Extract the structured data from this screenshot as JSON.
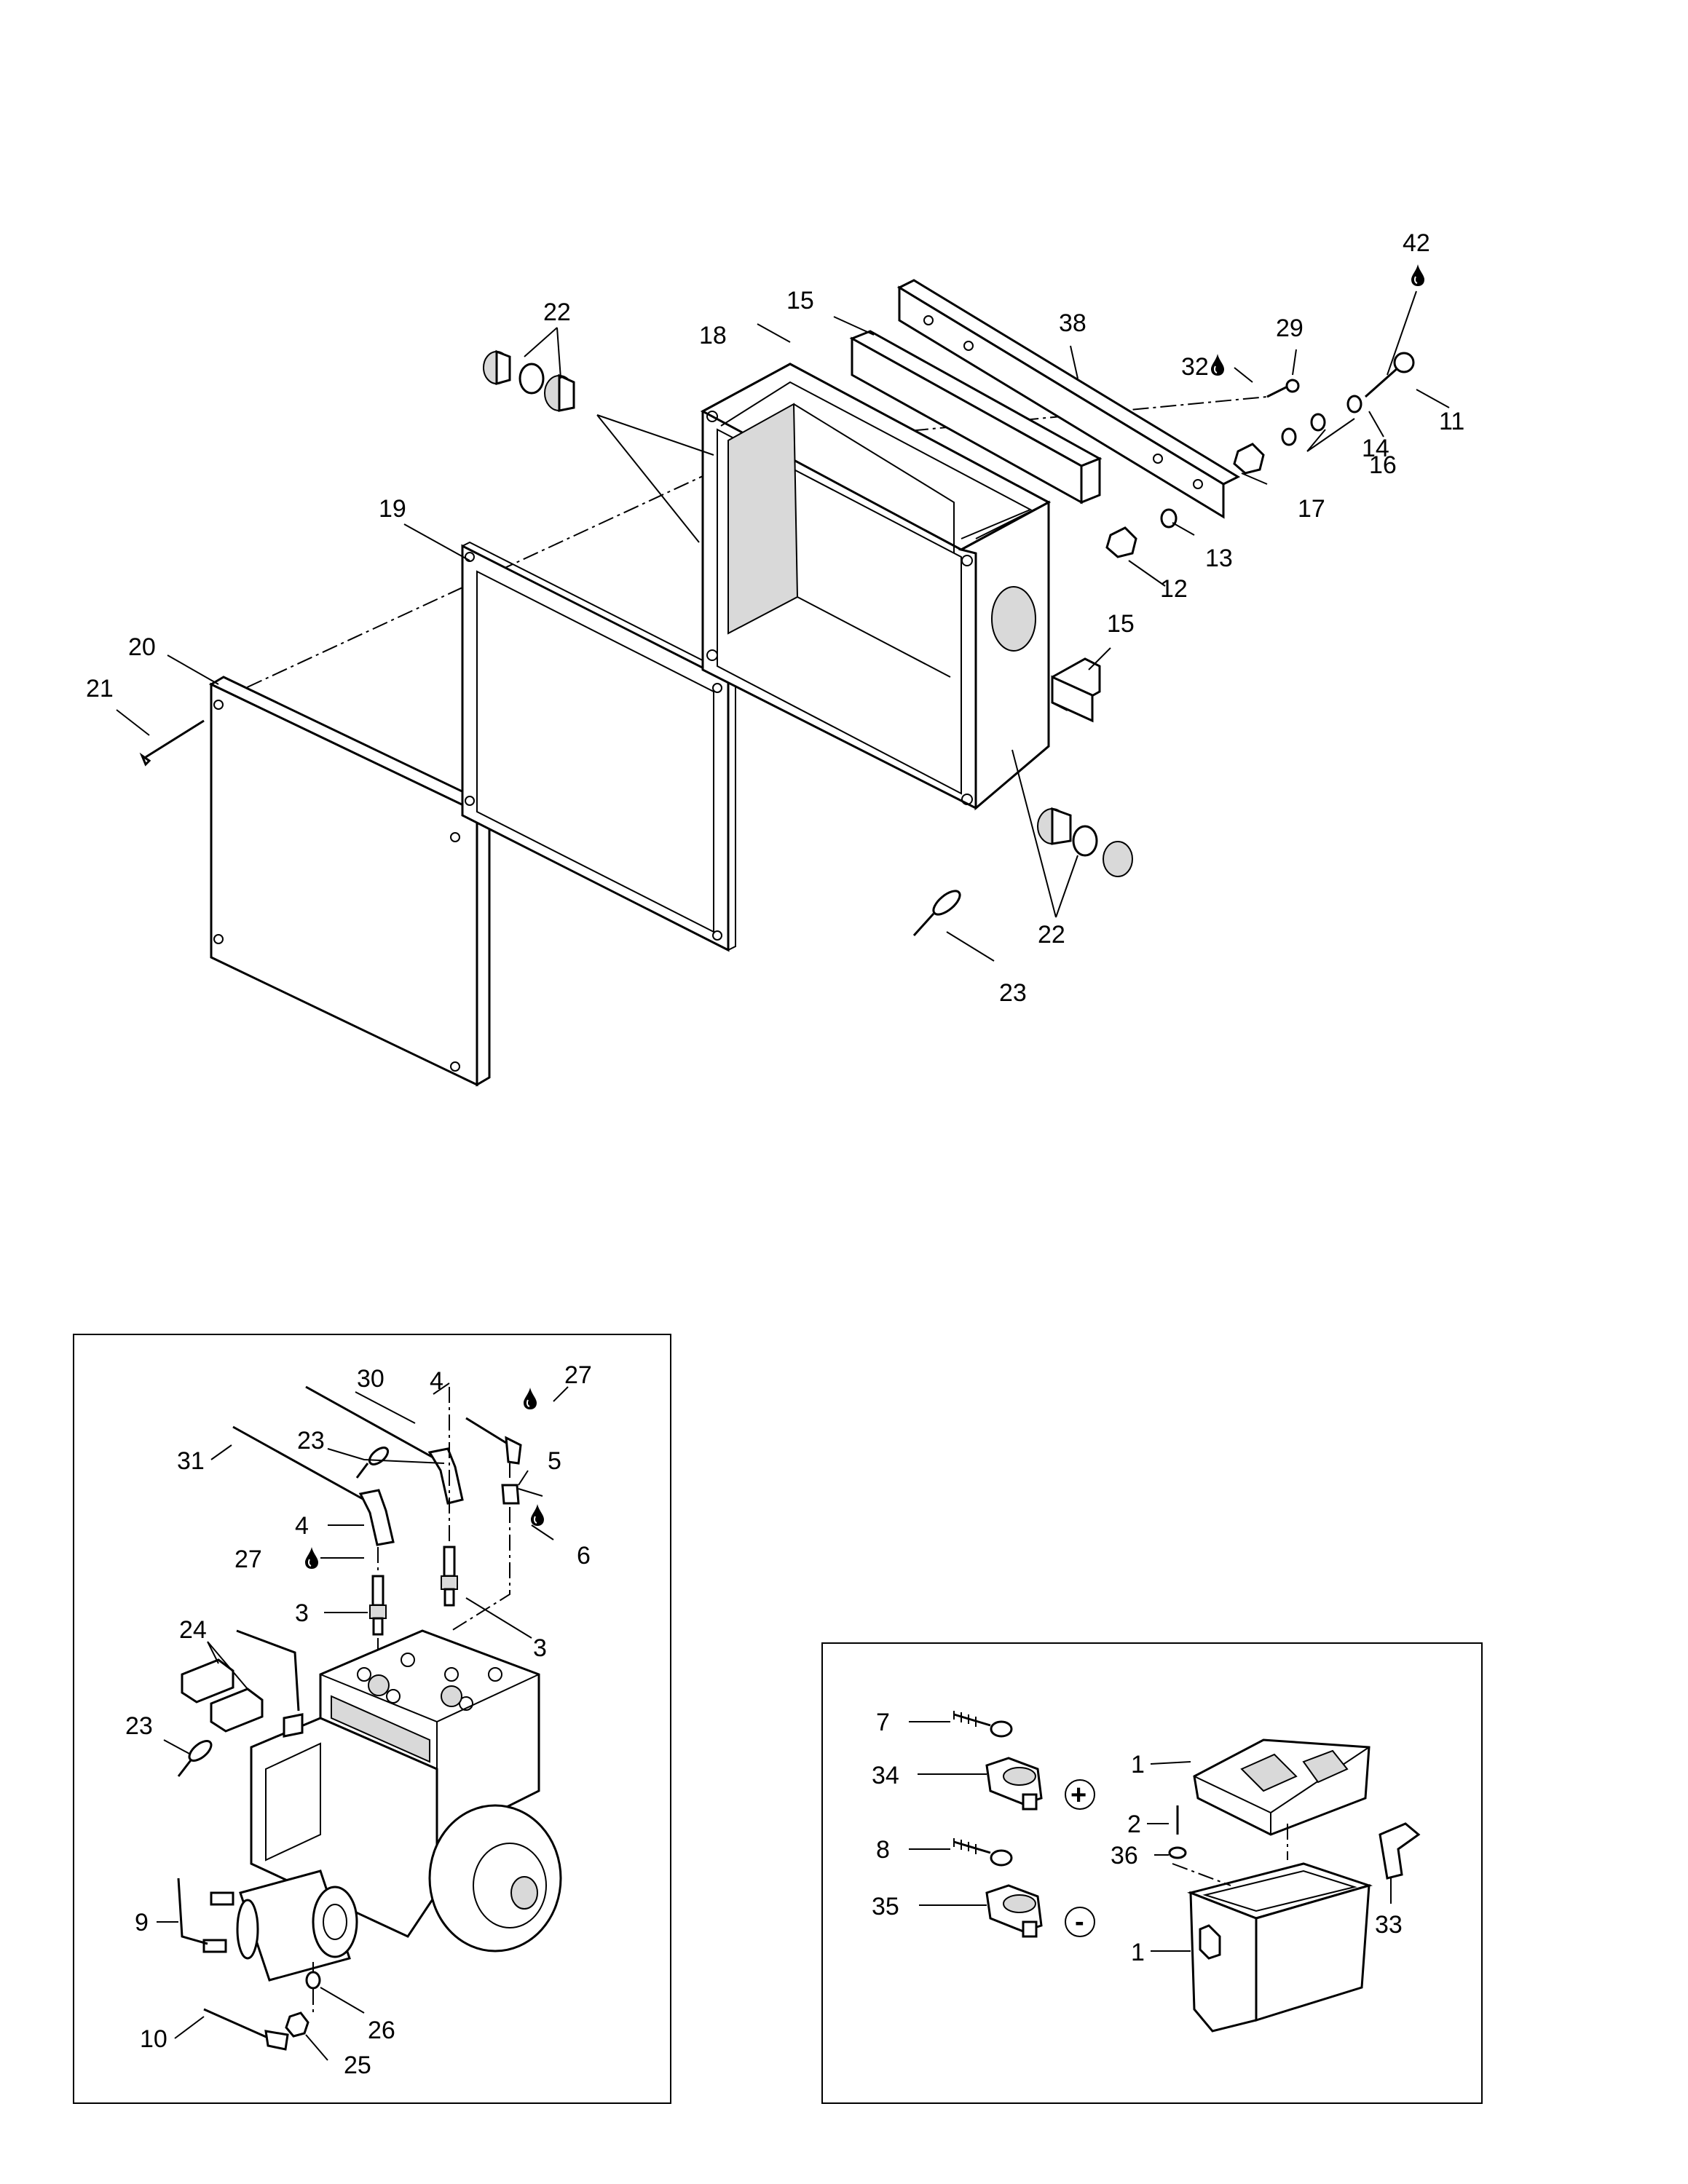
{
  "callouts": {
    "main": [
      {
        "id": "c22a",
        "text": "22"
      },
      {
        "id": "c15a",
        "text": "15"
      },
      {
        "id": "c18",
        "text": "18"
      },
      {
        "id": "c38",
        "text": "38"
      },
      {
        "id": "c29",
        "text": "29"
      },
      {
        "id": "c32",
        "text": "32"
      },
      {
        "id": "c42",
        "text": "42"
      },
      {
        "id": "c11",
        "text": "11"
      },
      {
        "id": "c14",
        "text": "14"
      },
      {
        "id": "c16",
        "text": "16"
      },
      {
        "id": "c17",
        "text": "17"
      },
      {
        "id": "c13",
        "text": "13"
      },
      {
        "id": "c12",
        "text": "12"
      },
      {
        "id": "c19",
        "text": "19"
      },
      {
        "id": "c20",
        "text": "20"
      },
      {
        "id": "c21",
        "text": "21"
      },
      {
        "id": "c15b",
        "text": "15"
      },
      {
        "id": "c22b",
        "text": "22"
      },
      {
        "id": "c23",
        "text": "23"
      }
    ],
    "engine": [
      {
        "id": "e30",
        "text": "30"
      },
      {
        "id": "e4a",
        "text": "4"
      },
      {
        "id": "e27a",
        "text": "27"
      },
      {
        "id": "e31",
        "text": "31"
      },
      {
        "id": "e23a",
        "text": "23"
      },
      {
        "id": "e5",
        "text": "5"
      },
      {
        "id": "e4b",
        "text": "4"
      },
      {
        "id": "e6",
        "text": "6"
      },
      {
        "id": "e27b",
        "text": "27"
      },
      {
        "id": "e3a",
        "text": "3"
      },
      {
        "id": "e3b",
        "text": "3"
      },
      {
        "id": "e24",
        "text": "24"
      },
      {
        "id": "e23b",
        "text": "23"
      },
      {
        "id": "e9",
        "text": "9"
      },
      {
        "id": "e26",
        "text": "26"
      },
      {
        "id": "e10",
        "text": "10"
      },
      {
        "id": "e25",
        "text": "25"
      }
    ],
    "battery": [
      {
        "id": "b7",
        "text": "7"
      },
      {
        "id": "b34",
        "text": "34"
      },
      {
        "id": "b1a",
        "text": "1"
      },
      {
        "id": "b2",
        "text": "2"
      },
      {
        "id": "b36",
        "text": "36"
      },
      {
        "id": "b8",
        "text": "8"
      },
      {
        "id": "b35",
        "text": "35"
      },
      {
        "id": "b33",
        "text": "33"
      },
      {
        "id": "b1b",
        "text": "1"
      }
    ]
  },
  "terminal_signs": {
    "positive": "+",
    "negative": "-"
  }
}
